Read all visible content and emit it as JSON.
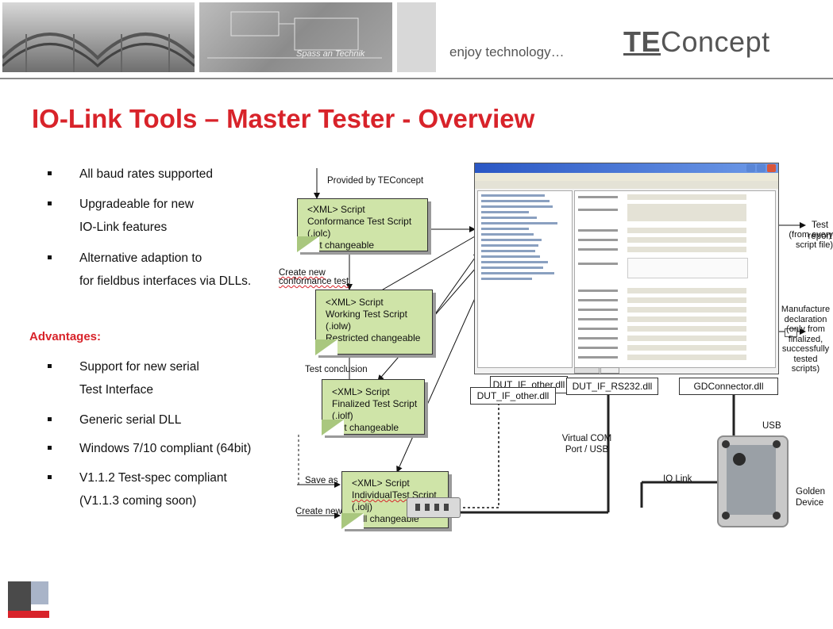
{
  "header": {
    "photo_caption": "Spass an Technik",
    "tagline": "enjoy technology…",
    "logo_bold": "TE",
    "logo_rest": "Concept"
  },
  "title": "IO-Link Tools – Master Tester - Overview",
  "features": [
    {
      "line1": "All baud rates supported",
      "line2": ""
    },
    {
      "line1": "Upgradeable for new",
      "line2": "IO-Link features"
    },
    {
      "line1": "Alternative adaption to",
      "line2": "for fieldbus interfaces via DLLs."
    }
  ],
  "advantages_heading": "Advantages:",
  "advantages": [
    {
      "line1": "Support for new serial",
      "line2": "Test Interface"
    },
    {
      "line1": "Generic serial DLL",
      "line2": ""
    },
    {
      "line1": "Windows 7/10 compliant (64bit)",
      "line2": ""
    },
    {
      "line1": "V1.1.2 Test-spec compliant",
      "line2": "(V1.1.3 coming soon)"
    }
  ],
  "flow_labels": {
    "provided_by": "Provided by TEConcept",
    "create_new_conformance_1": "Create new",
    "create_new_conformance_2": "conformance test",
    "test_conclusion": "Test conclusion",
    "save_as": "Save as",
    "create_new": "Create new"
  },
  "scripts": [
    {
      "line1": "<XML> Script",
      "line2": "Conformance Test Script",
      "line3": "(.iolc)",
      "line4": "Not changeable"
    },
    {
      "line1": "<XML> Script",
      "line2": "Working Test Script",
      "line3": "(.iolw)",
      "line4": "Restricted changeable"
    },
    {
      "line1": "<XML> Script",
      "line2": "Finalized Test Script",
      "line3": "(.iolf)",
      "line4": "Not changeable"
    },
    {
      "line1": "<XML> Script",
      "line2": "IndividualTest Script",
      "line3": "(.iolj)",
      "line4": "Full changeable"
    }
  ],
  "outputs": {
    "test_report_1": "Test report",
    "test_report_2": "(from every",
    "test_report_3": "script file)",
    "manuf_1": "Manufacture",
    "manuf_2": "declaration",
    "manuf_3": "(only from",
    "manuf_4": "finalized,",
    "manuf_5": "successfully",
    "manuf_6": "tested",
    "manuf_7": "scripts)"
  },
  "dlls": {
    "other_back": "DUT_IF_other.dll",
    "other_front": "DUT_IF_other.dll",
    "rs232": "DUT_IF_RS232.dll",
    "gd": "GDConnector.dll"
  },
  "connections": {
    "virtual_com_1": "Virtual COM",
    "virtual_com_2": "Port / USB",
    "usb": "USB",
    "io_link": "IO Link",
    "golden_1": "Golden",
    "golden_2": "Device"
  },
  "colors": {
    "accent_red": "#d8232a",
    "note_green": "#cfe4a8"
  }
}
